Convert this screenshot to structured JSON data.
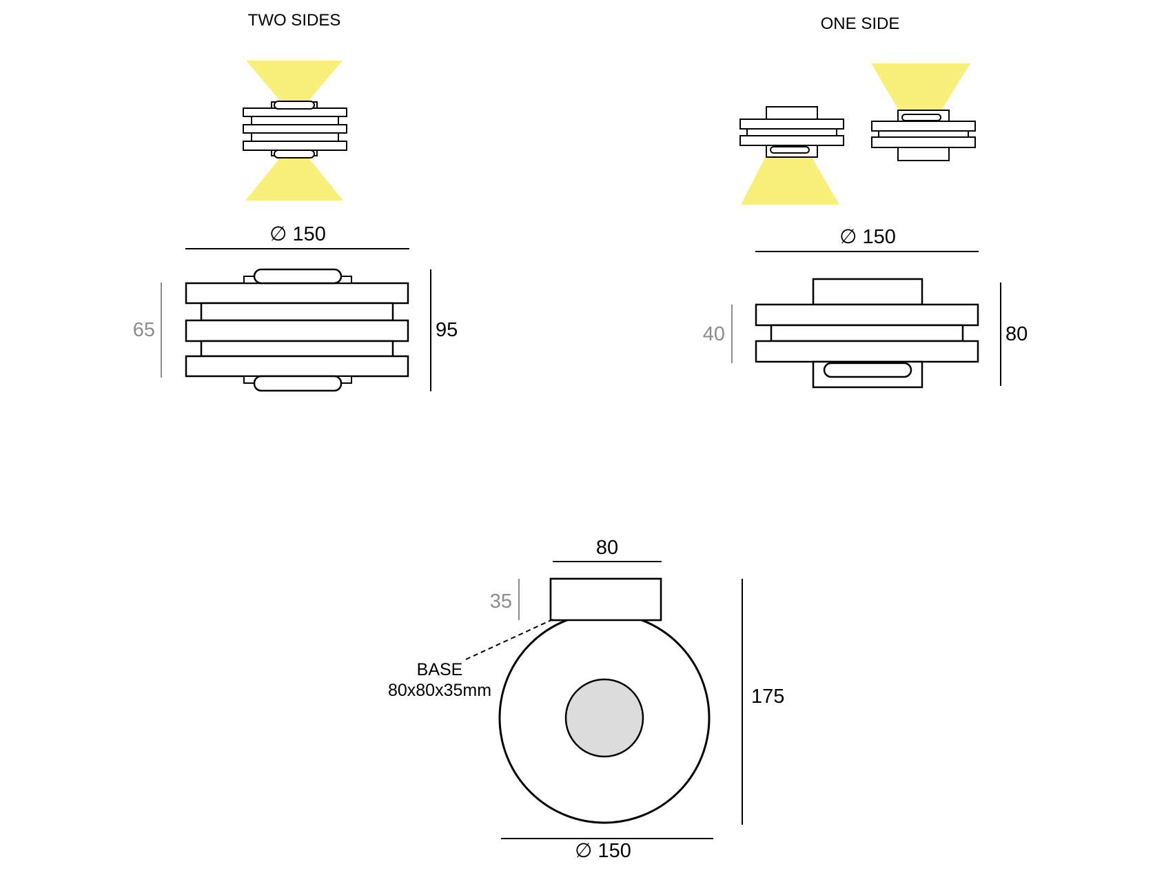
{
  "views": {
    "two_sides": {
      "title": "TWO SIDES",
      "diameter": "∅ 150",
      "height_inner": "65",
      "height_total": "95"
    },
    "one_side": {
      "title": "ONE SIDE",
      "diameter": "∅ 150",
      "height_inner": "40",
      "height_total": "80"
    },
    "top_view": {
      "base_width": "80",
      "base_height": "35",
      "base_label": "BASE",
      "base_size": "80x80x35mm",
      "total_length": "175",
      "diameter": "∅ 150"
    }
  },
  "colors": {
    "stroke": "#000000",
    "light_beam": "#f8f07a",
    "secondary_dim": "#8c8c8c",
    "lens_fill": "#dcdcdc"
  }
}
